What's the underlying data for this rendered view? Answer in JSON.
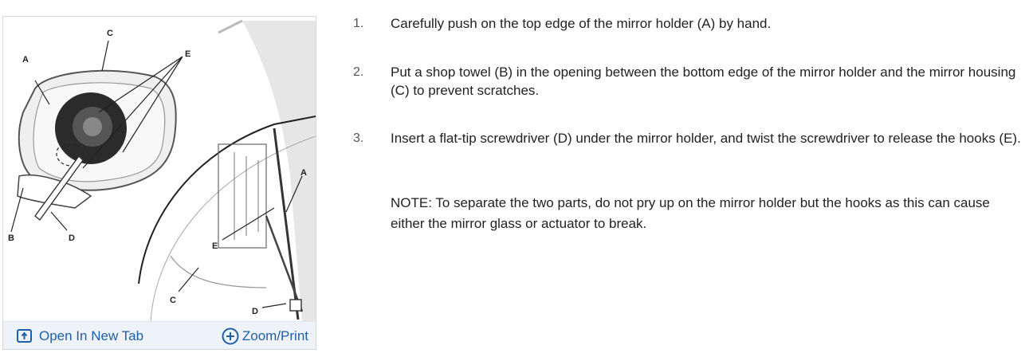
{
  "figure": {
    "callouts": {
      "a1": "A",
      "c1": "C",
      "e1": "E",
      "b": "B",
      "d1": "D",
      "a2": "A",
      "e2": "E",
      "c2": "C",
      "d2": "D"
    },
    "open_tab_label": "Open In New Tab",
    "zoom_label": "Zoom/Print",
    "open_tab_icon": "open-new-tab-icon",
    "zoom_icon": "zoom-plus-icon"
  },
  "steps": [
    {
      "number": "1.",
      "text": "Carefully push on the top edge of the mirror holder (A) by hand."
    },
    {
      "number": "2.",
      "text": "Put a shop towel (B) in the opening between the bottom edge of the mirror holder and the mirror housing (C) to prevent scratches."
    },
    {
      "number": "3.",
      "text": "Insert a flat-tip screwdriver (D) under the mirror holder, and twist the screwdriver to release the hooks (E)."
    }
  ],
  "note": "NOTE: To separate the two parts, do not pry up on the mirror holder but the hooks as this can cause either the mirror glass or actuator to break."
}
